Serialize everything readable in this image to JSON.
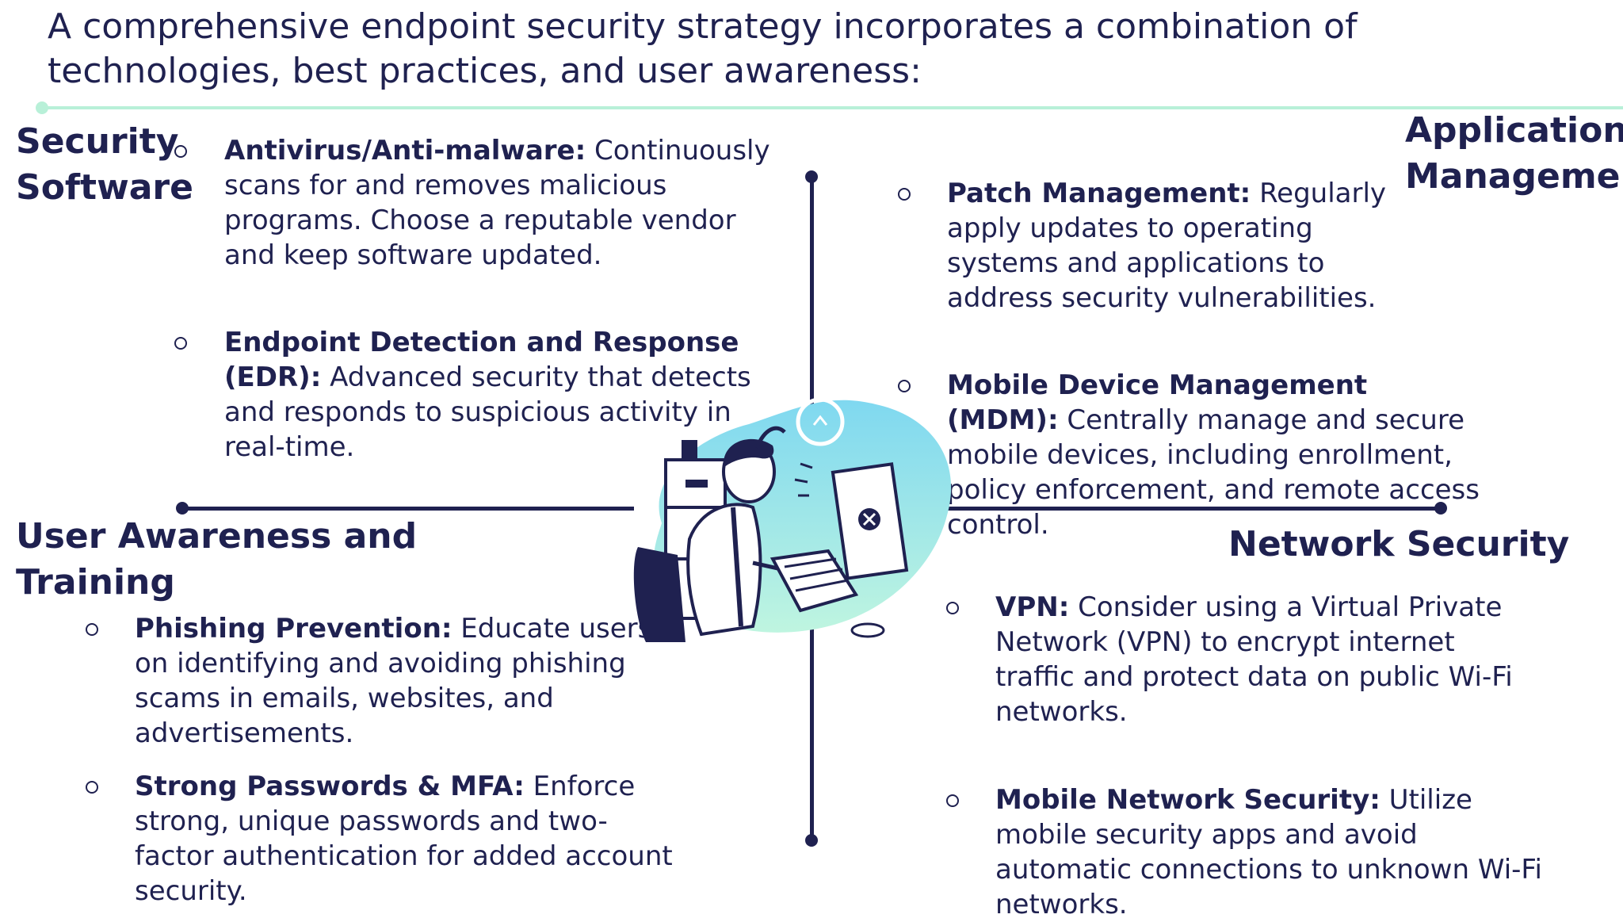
{
  "intro": "A comprehensive endpoint security strategy incorporates a combination of technologies, best practices, and user awareness:",
  "sections": {
    "security_software": {
      "title_line1": "Security",
      "title_line2": "Software",
      "items": [
        {
          "term": "Antivirus/Anti-malware:",
          "desc": " Continuously scans for and removes malicious programs. Choose a reputable vendor and keep software updated."
        },
        {
          "term": "Endpoint Detection and Response (EDR):",
          "desc": " Advanced security that detects and responds to suspicious activity in real-time."
        }
      ]
    },
    "application_management": {
      "title_line1": "Application",
      "title_line2": "Managemen",
      "items": [
        {
          "term": "Patch Management:",
          "desc": " Regularly apply updates to operating systems and applications to address security vulnerabilities."
        },
        {
          "term": "Mobile Device Management (MDM):",
          "desc": " Centrally manage and secure mobile devices, including enrollment, policy enforcement, and remote access control."
        }
      ]
    },
    "user_awareness": {
      "title_line1": "User Awareness and",
      "title_line2": "Training",
      "items": [
        {
          "term": "Phishing Prevention:",
          "desc": " Educate users on identifying and avoiding phishing scams in emails, websites, and advertisements."
        },
        {
          "term": "Strong Passwords & MFA:",
          "desc": " Enforce strong, unique passwords and two-factor authentication for added account security."
        }
      ]
    },
    "network_security": {
      "title": "Network Security",
      "items": [
        {
          "term": "VPN:",
          "desc": " Consider using a Virtual Private Network (VPN) to encrypt internet traffic and protect data on public Wi-Fi networks."
        },
        {
          "term": "Mobile Network Security:",
          "desc": " Utilize mobile security apps and avoid automatic connections to unknown Wi-Fi networks."
        }
      ]
    }
  },
  "illustration": {
    "icon": "frustrated-user-at-computer-illustration"
  },
  "colors": {
    "text": "#1f2150",
    "accent": "#b8f0d8",
    "blob_top": "#7fd8f0",
    "blob_bottom": "#bff5e0"
  }
}
